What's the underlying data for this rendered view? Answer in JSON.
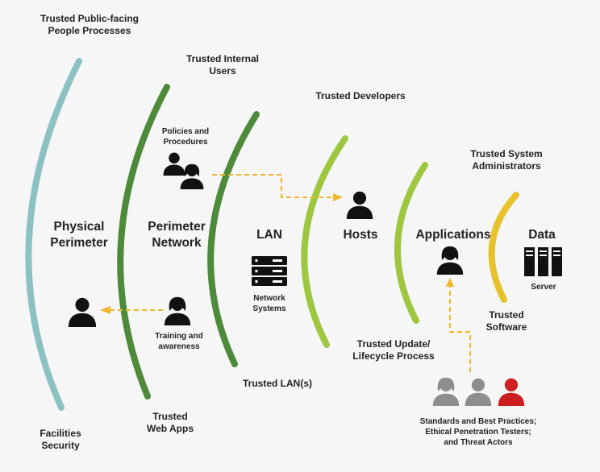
{
  "labels": {
    "trusted_public": "Trusted Public-facing\nPeople Processes",
    "trusted_internal": "Trusted Internal\nUsers",
    "trusted_developers": "Trusted Developers",
    "trusted_sysadmins": "Trusted System\nAdministrators",
    "policies": "Policies and\nProcedures",
    "training": "Training and\nawareness",
    "network_systems": "Network\nSystems",
    "server": "Server",
    "trusted_lan": "Trusted LAN(s)",
    "trusted_update": "Trusted Update/\nLifecycle Process",
    "trusted_software": "Trusted\nSoftware",
    "facilities": "Facilities\nSecurity",
    "trusted_webapps": "Trusted\nWeb Apps",
    "standards": "Standards and Best Practices;\nEthical Penetration Testers;\nand Threat Actors"
  },
  "rings": [
    {
      "label": "Physical\nPerimeter",
      "color": "#8cc1c4"
    },
    {
      "label": "Perimeter\nNetwork",
      "color": "#4d8a3a"
    },
    {
      "label": "LAN",
      "color": "#4d8a3a"
    },
    {
      "label": "Hosts",
      "color": "#9dc73f"
    },
    {
      "label": "Applications",
      "color": "#9dc73f"
    },
    {
      "label": "Data",
      "color": "#e8c22c"
    }
  ],
  "colors": {
    "arrow": "#f0b62a",
    "person": "#111111",
    "threat_grey": "#8e8e8e",
    "threat_red": "#cc1f1f"
  }
}
